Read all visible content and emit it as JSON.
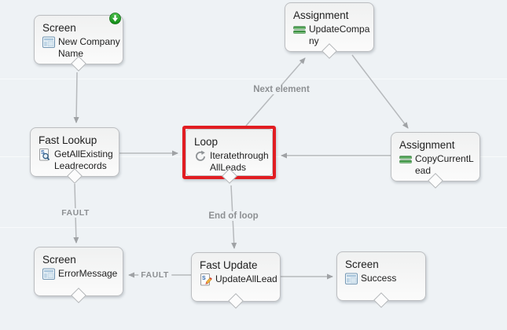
{
  "canvas": {
    "background_color": "#eef2f5",
    "highlight_color": "#e11d22",
    "connector_color": "#b6b9bc"
  },
  "nodes": [
    {
      "type": "Screen",
      "name": "New Company Name",
      "icon": "screen-icon",
      "badge": "start-arrow-badge",
      "highlighted": false
    },
    {
      "type": "Assignment",
      "name": "UpdateCompany",
      "icon": "assignment-icon",
      "highlighted": false
    },
    {
      "type": "Fast Lookup",
      "name": "GetAllExistingLeadrecords",
      "icon": "fast-lookup-icon",
      "highlighted": false
    },
    {
      "type": "Loop",
      "name": "IteratethroughAllLeads",
      "icon": "loop-icon",
      "highlighted": true
    },
    {
      "type": "Assignment",
      "name": "CopyCurrentLead",
      "icon": "assignment-icon",
      "highlighted": false
    },
    {
      "type": "Screen",
      "name": "ErrorMessage",
      "icon": "screen-icon",
      "highlighted": false
    },
    {
      "type": "Fast Update",
      "name": "UpdateAllLead",
      "icon": "fast-update-icon",
      "highlighted": false
    },
    {
      "type": "Screen",
      "name": "Success",
      "icon": "screen-icon",
      "highlighted": false
    }
  ],
  "connectors": [
    {
      "from": "New Company Name",
      "to": "GetAllExistingLeadrecords",
      "label": ""
    },
    {
      "from": "GetAllExistingLeadrecords",
      "to": "IteratethroughAllLeads",
      "label": ""
    },
    {
      "from": "IteratethroughAllLeads",
      "to": "UpdateCompany",
      "label": "Next element"
    },
    {
      "from": "UpdateCompany",
      "to": "CopyCurrentLead",
      "label": ""
    },
    {
      "from": "CopyCurrentLead",
      "to": "IteratethroughAllLeads",
      "label": ""
    },
    {
      "from": "IteratethroughAllLeads",
      "to": "UpdateAllLead",
      "label": "End of loop"
    },
    {
      "from": "GetAllExistingLeadrecords",
      "to": "ErrorMessage",
      "label": "FAULT"
    },
    {
      "from": "UpdateAllLead",
      "to": "ErrorMessage",
      "label": "FAULT"
    },
    {
      "from": "UpdateAllLead",
      "to": "Success",
      "label": ""
    }
  ]
}
